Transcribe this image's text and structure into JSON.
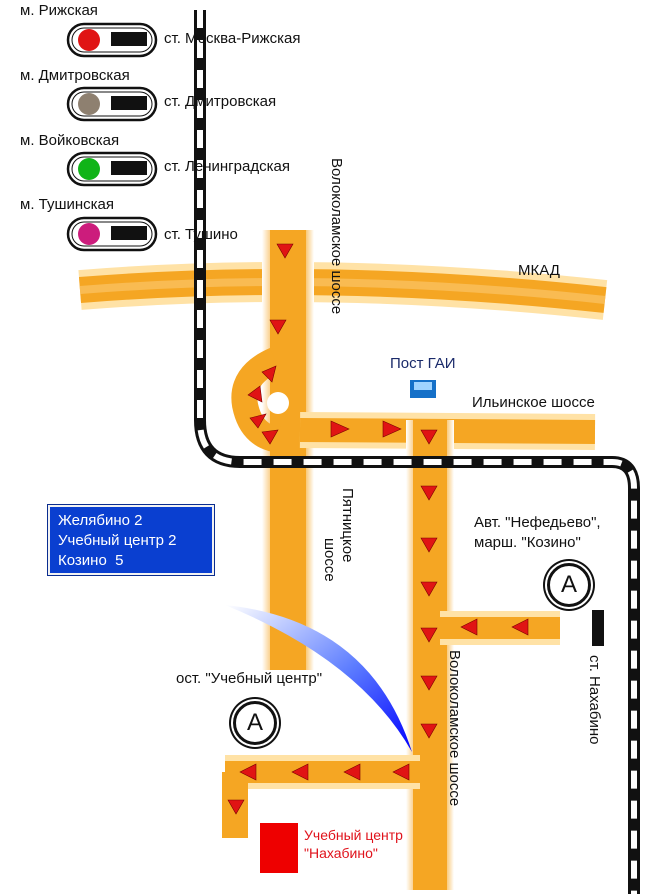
{
  "legend": [
    {
      "metro": "м. Рижская",
      "station": "ст. Москва-Рижская",
      "color": "#e01414"
    },
    {
      "metro": "м. Дмитровская",
      "station": "ст. Дмитровская",
      "color": "#8e8070"
    },
    {
      "metro": "м. Войковская",
      "station": "ст. Ленинградская",
      "color": "#10b418"
    },
    {
      "metro": "м. Тушинская",
      "station": "ст. Тушино",
      "color": "#cc1c7c"
    }
  ],
  "roads": {
    "mkad": "МКАД",
    "volokolamskoe_upper": "Волоколамское шоссе",
    "pyatnitskoe": "Пятницкое шоссе",
    "ilinskoe": "Ильинское шоссе",
    "volokolamskoe_lower": "Волоколамское шоссе"
  },
  "gai_post": "Пост ГАИ",
  "sign": {
    "lines": [
      "Желябино 2",
      "Учебный центр 2",
      "Козино  5"
    ],
    "color": "#0a3fd0"
  },
  "bus_stops": {
    "letter": "A",
    "upper_label_1": "Авт. \"Нефедьево\",",
    "upper_label_2": "марш. \"Козино\"",
    "lower_label": "ост. \"Учебный центр\""
  },
  "station_nakhabino": "ст. Нахабино",
  "destination": {
    "line1": "Учебный центр",
    "line2": "\"Нахабино\"",
    "color": "#e0121b"
  },
  "colors": {
    "road": "#f5a623",
    "road_glow": "#ffe1a0",
    "arrow": "#e01414",
    "railway": "#111111"
  }
}
